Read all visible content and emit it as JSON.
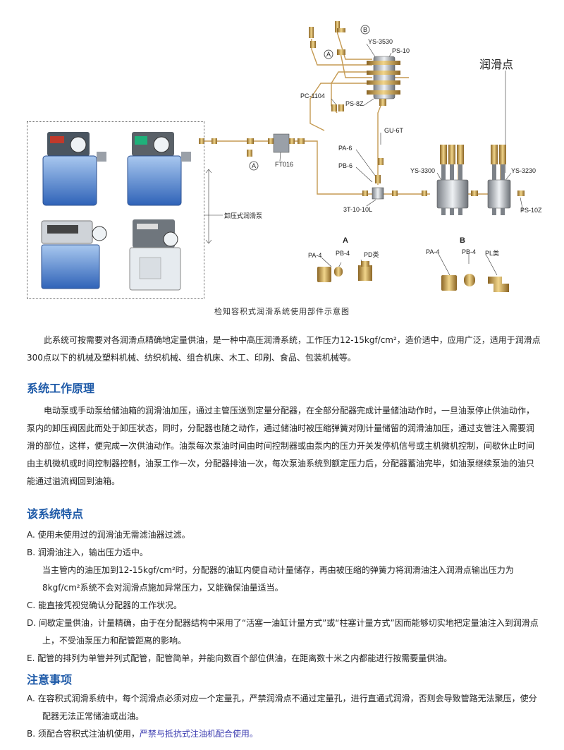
{
  "diagram": {
    "title_label": "润滑点",
    "caption": "检知容积式润滑系统使用部件示意图",
    "pump_label": "卸压式润滑泵",
    "labels": {
      "ys3530": "YS-3530",
      "ps10": "PS-10",
      "pc1104": "PC-1104",
      "ps8z": "PS-8Z",
      "gu6t": "GU-6T",
      "pa6": "PA-6",
      "pb6": "PB-6",
      "ft016": "FT016",
      "t3": "3T-10-10L",
      "ys3300": "YS-3300",
      "ys3230": "YS-3230",
      "ps10z": "PS-10Z",
      "circle_a": "A",
      "circle_b": "B"
    },
    "group_a": {
      "title": "A",
      "parts": [
        "PA-4",
        "PB-4",
        "PD类"
      ]
    },
    "group_b": {
      "title": "B",
      "parts": [
        "PA-4",
        "PB-4",
        "PL类"
      ]
    }
  },
  "intro": "此系统可按需要对各润滑点精确地定量供油，是一种中高压润滑系统，工作压力12-15kgf/cm²，造价适中，应用广泛，适用于润滑点300点以下的机械及塑料机械、纺织机械、组合机床、木工、印刷、食品、包装机械等。",
  "sections": {
    "principle": {
      "title": "系统工作原理",
      "body": "电动泵或手动泵给储油箱的润滑油加压，通过主管压送到定量分配器，在全部分配器完成计量储油动作时，一旦油泵停止供油动作，泵内的卸压阀因此而处于卸压状态，同时，分配器也随之动作，通过储油时被压缩弹簧对刚计量储留的润滑油加压，通过支管注入需要润滑的部位，这样，便完成一次供油动作。油泵每次泵油时间由时间控制器或由泵内的压力开关发停机信号或主机微机控制，间歇休止时间由主机微机或时间控制器控制，油泵工作一次，分配器排油一次，每次泵油系统到额定压力后，分配器蓄油完毕，如油泵继续泵油的油只能通过溢流阀回到油箱。"
    },
    "features": {
      "title": "该系统特点",
      "items": [
        "A. 使用未使用过的润滑油无需滤油器过滤。",
        "B. 润滑油注入，输出压力适中。",
        "当主管内的油压加到12-15kgf/cm²时，分配器的油缸内便自动计量储存，再由被压缩的弹簧力将润滑油注入润滑点输出压力为8kgf/cm²系统不会对润滑点施加异常压力，又能确保油量适当。",
        "C. 能直接凭视觉确认分配器的工作状况。",
        "D. 间歇定量供油，计量精确，由于在分配器结构中采用了“活塞一油缸计量方式”或“柱塞计量方式”因而能够切实地把定量油注入到润滑点上，不受油泵压力和配管距离的影响。",
        "E. 配管的排列为单管并列式配管，配管简单，并能向数百个部位供油，在距离数十米之内都能进行按需要量供油。"
      ]
    },
    "notes": {
      "title": "注意事项",
      "item_a": "A. 在容积式润滑系统中，每个润滑点必须对应一个定量孔，严禁润滑点不通过定量孔，进行直通式润滑，否则会导致管路无法聚压，使分配器无法正常储油或出油。",
      "item_b_prefix": "B. 须配合容积式注油机使用，",
      "item_b_highlight": "严禁与抵抗式注油机配合使用。"
    }
  },
  "colors": {
    "section_title": "#1e5aa8",
    "highlight": "#3b3bb0",
    "brass": "#c9a24a",
    "pipe": "#b08a3a"
  }
}
